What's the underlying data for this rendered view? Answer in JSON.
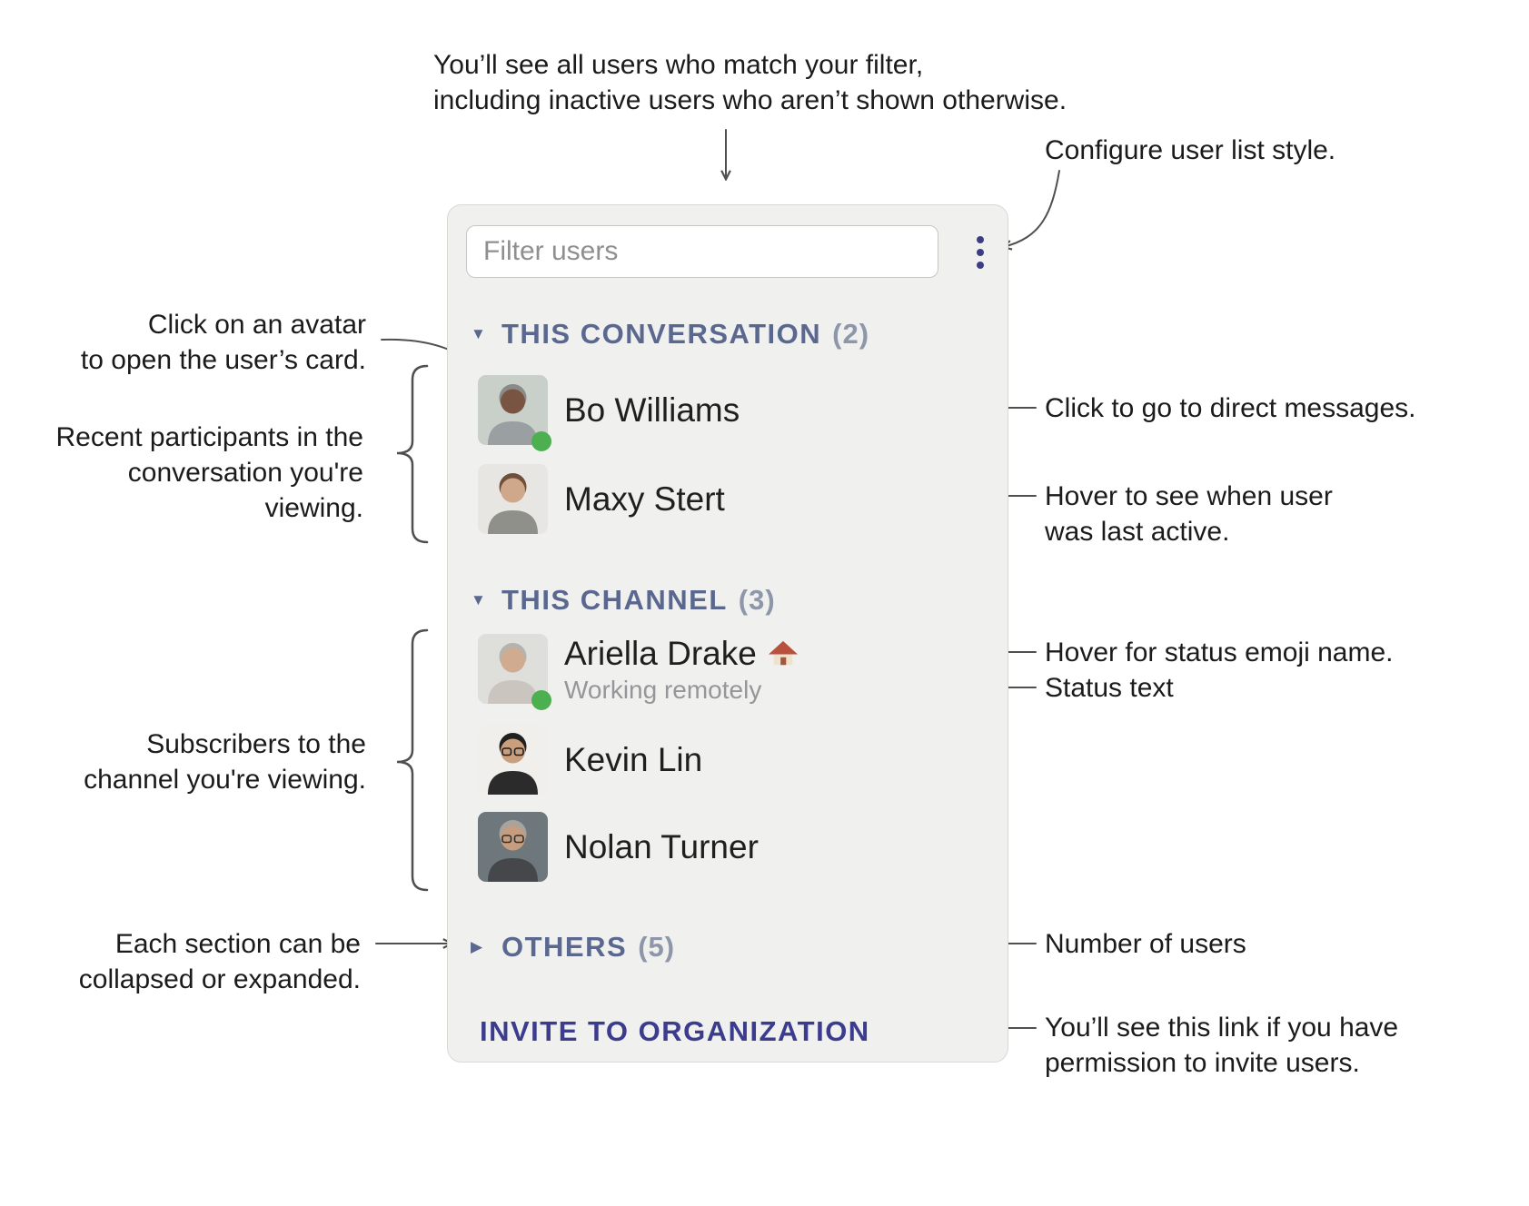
{
  "annotations": {
    "filter_note": "You’ll see all users who match your filter,\nincluding inactive users who aren’t shown otherwise.",
    "configure_style": "Configure user list style.",
    "avatar_click": "Click on an avatar\nto open the user’s card.",
    "recent_participants": "Recent participants in the\nconversation you're viewing.",
    "direct_messages": "Click to go to direct messages.",
    "last_active": "Hover to see when user\nwas last active.",
    "status_emoji_hover": "Hover for status emoji name.",
    "status_text_label": "Status text",
    "subscribers": "Subscribers to the\nchannel you're viewing.",
    "collapse_expand": "Each section can be\ncollapsed or expanded.",
    "user_count": "Number of users",
    "invite_permission": "You’ll see this link if you have\npermission to invite users."
  },
  "panel": {
    "filter": {
      "placeholder": "Filter users"
    },
    "menu_icon": "vertical-ellipsis-icon",
    "sections": {
      "conversation": {
        "label": "THIS CONVERSATION",
        "count": "(2)",
        "icon": "▼",
        "state": "expanded"
      },
      "channel": {
        "label": "THIS CHANNEL",
        "count": "(3)",
        "icon": "▼",
        "state": "expanded"
      },
      "others": {
        "label": "OTHERS",
        "count": "(5)",
        "icon": "▶",
        "state": "collapsed"
      }
    },
    "users": {
      "bo": {
        "name": "Bo Williams",
        "online": true
      },
      "maxy": {
        "name": "Maxy Stert"
      },
      "ariella": {
        "name": "Ariella Drake",
        "status_emoji": "🏠",
        "status_text": "Working remotely",
        "online": true
      },
      "kevin": {
        "name": "Kevin Lin"
      },
      "nolan": {
        "name": "Nolan Turner"
      }
    },
    "invite_link": "INVITE TO ORGANIZATION"
  },
  "colors": {
    "section_header": "#5a6890",
    "section_count": "#8e96a9",
    "presence_online": "#4caf50",
    "accent_indigo": "#3c3c8e",
    "panel_bg": "#f0f0ee",
    "connector": "#4f4f4f"
  }
}
